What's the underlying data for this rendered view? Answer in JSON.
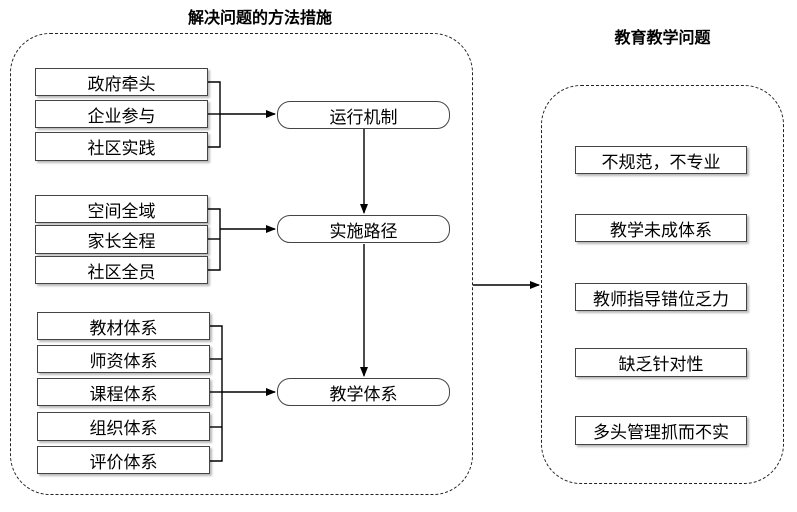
{
  "titles": {
    "left": "解决问题的方法措施",
    "right": "教育教学问题"
  },
  "groups": [
    {
      "items": [
        "政府牵头",
        "企业参与",
        "社区实践"
      ],
      "target": "运行机制"
    },
    {
      "items": [
        "空间全域",
        "家长全程",
        "社区全员"
      ],
      "target": "实施路径"
    },
    {
      "items": [
        "教材体系",
        "师资体系",
        "课程体系",
        "组织体系",
        "评价体系"
      ],
      "target": "教学体系"
    }
  ],
  "problems": [
    "不规范，不专业",
    "教学未成体系",
    "教师指导错位乏力",
    "缺乏针对性",
    "多头管理抓而不实"
  ]
}
